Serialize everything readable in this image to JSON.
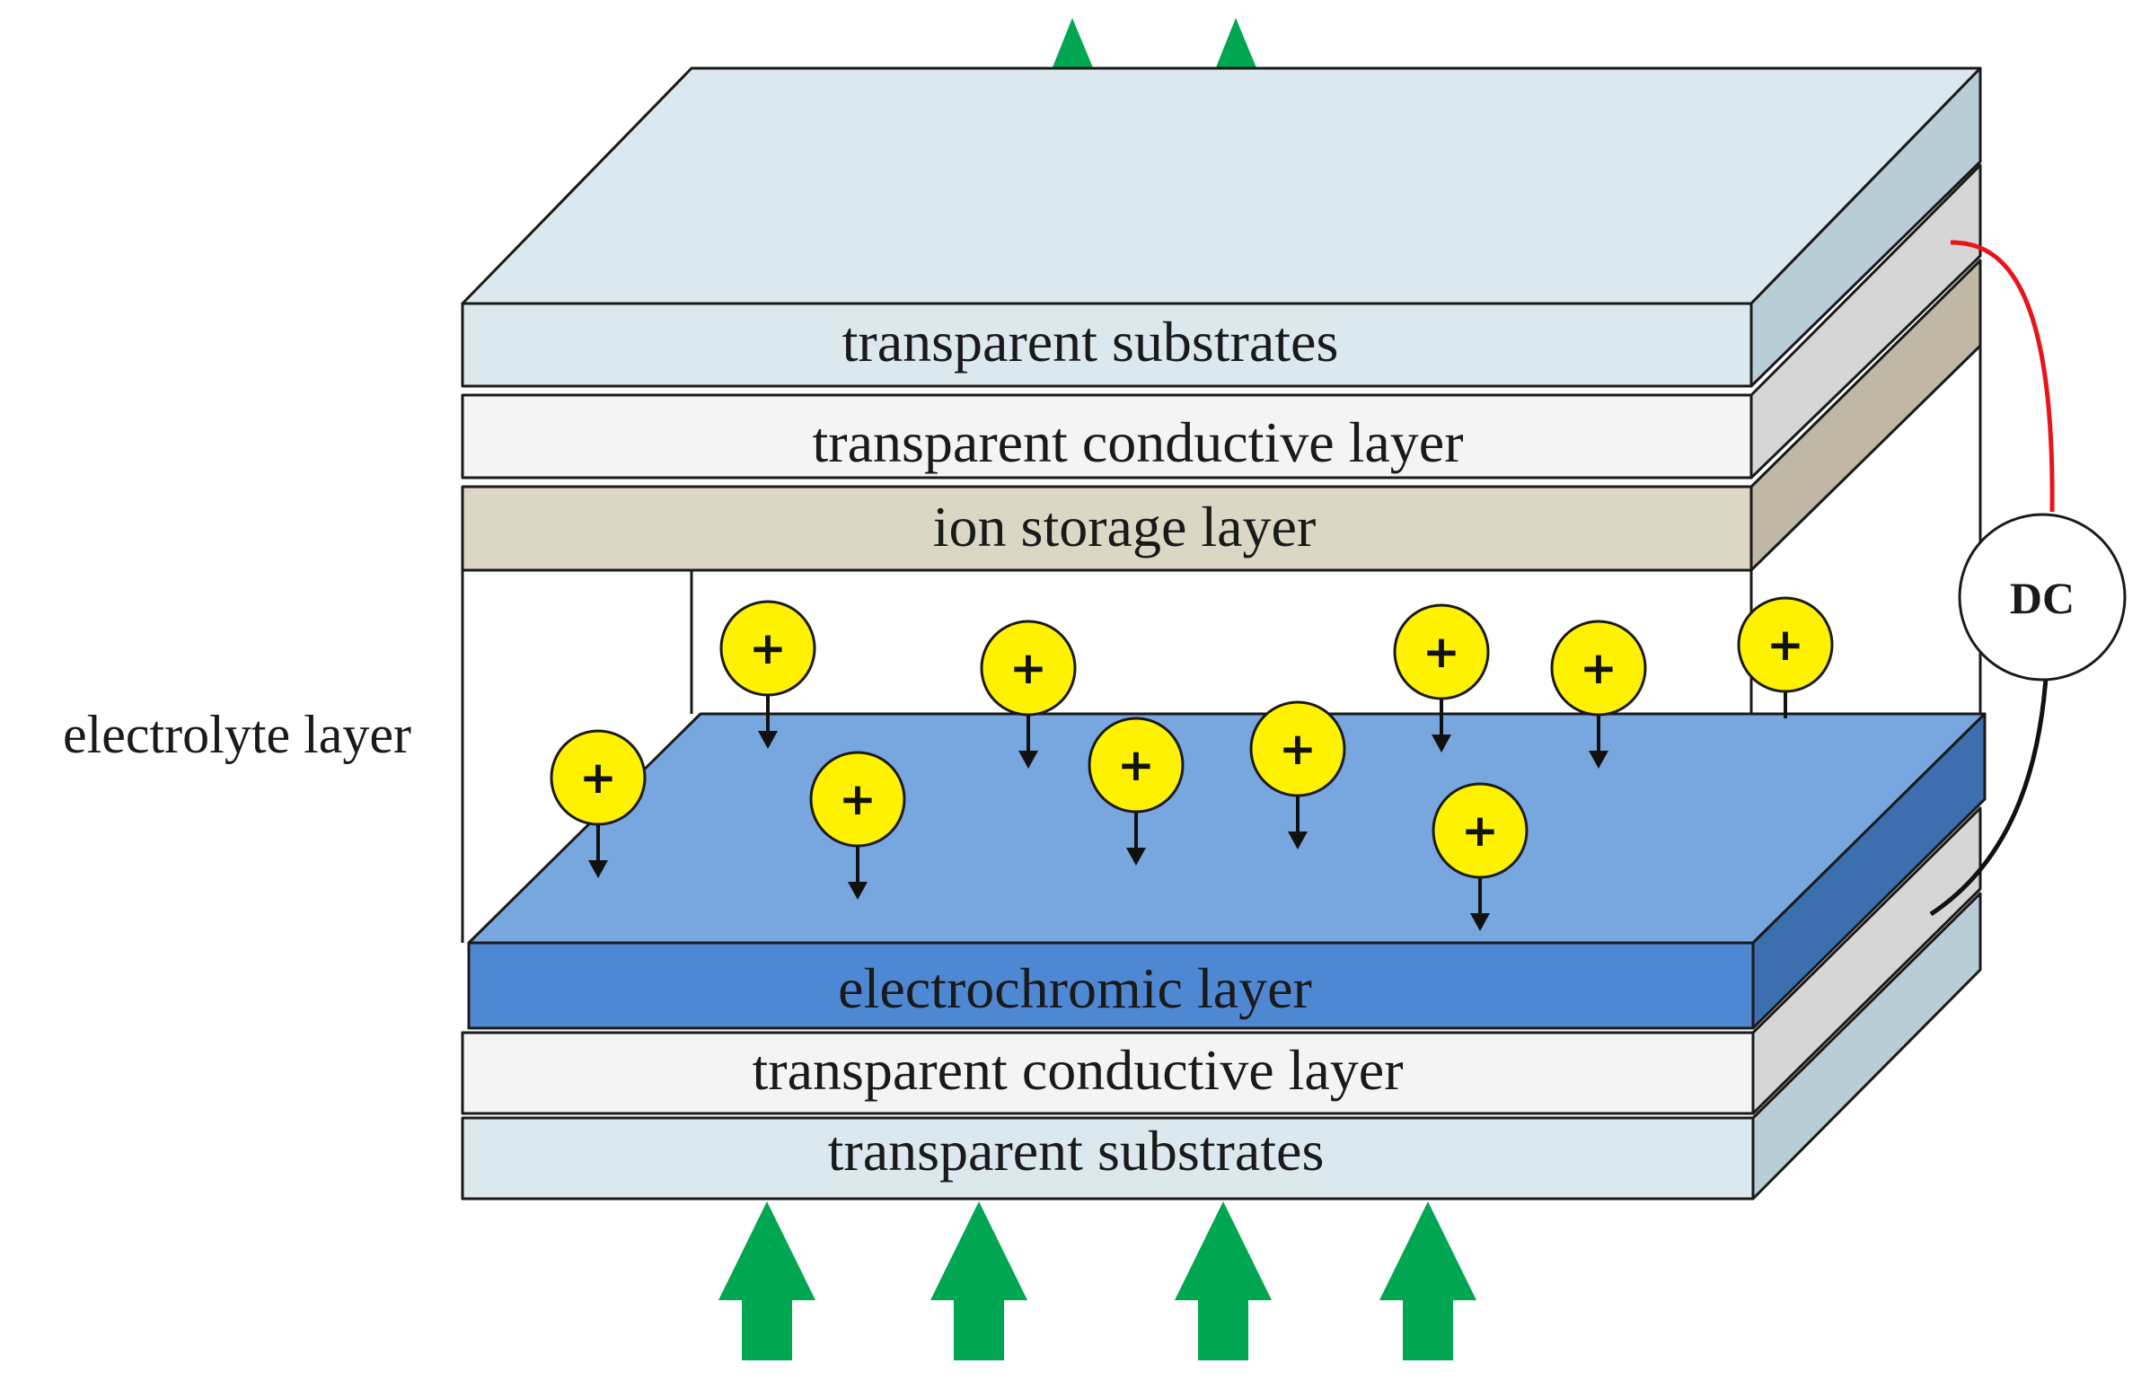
{
  "layers": {
    "top_substrate": "transparent substrates",
    "top_conductive": "transparent conductive layer",
    "ion_storage": "ion storage layer",
    "electrolyte": "electrolyte layer",
    "electrochromic": "electrochromic layer",
    "bottom_conductive": "transparent conductive layer",
    "bottom_substrate": "transparent substrates"
  },
  "power_source": {
    "label": "DC"
  },
  "ion": {
    "symbol": "+"
  },
  "colors": {
    "substrate": "#dbe9ee",
    "substrate_side": "#b9cdd6",
    "conductive": "#f4f4f4",
    "conductive_side": "#d6d6d6",
    "ion_storage": "#dcd6c5",
    "ion_storage_side": "#bfb8a4",
    "electrochromic_top": "#78a6de",
    "electrochromic_front": "#4f88d2",
    "electrochromic_side": "#3d6eb0",
    "ion_fill": "#fff200",
    "arrow": "#00a651",
    "wire_positive": "#e8141b",
    "wire_negative": "#111111"
  }
}
